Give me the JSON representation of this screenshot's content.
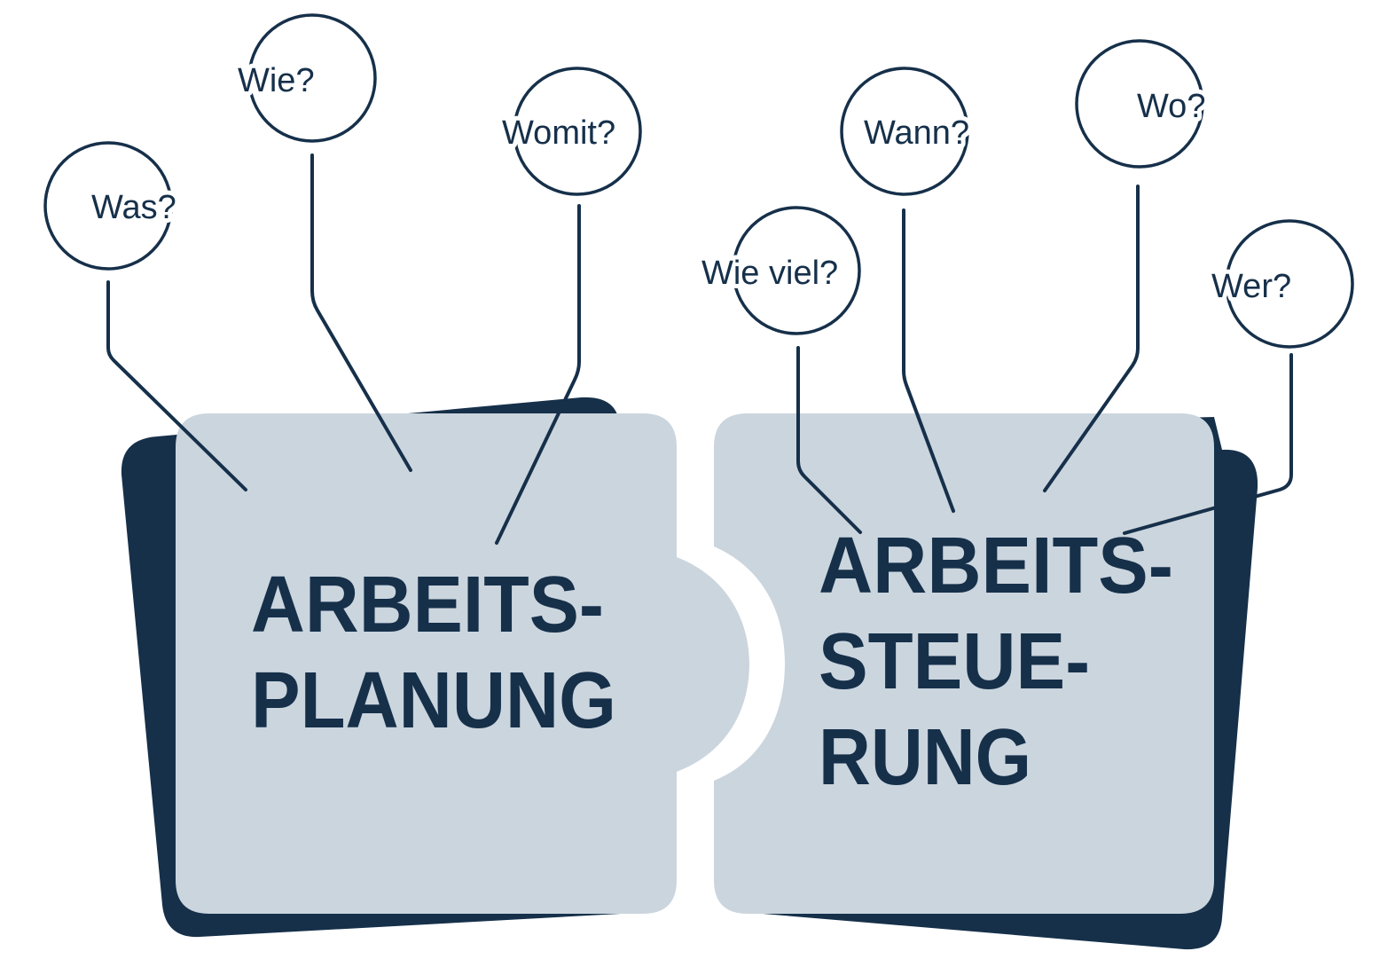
{
  "colors": {
    "dark": "#16304a",
    "light": "#cbd5de"
  },
  "planning": {
    "title_line1": "ARBEITS-",
    "title_line2": "PLANUNG"
  },
  "control": {
    "title_line1": "ARBEITS-",
    "title_line2": "STEUE-",
    "title_line3": "RUNG"
  },
  "questions": {
    "was": "Was?",
    "wie": "Wie?",
    "womit": "Womit?",
    "wie_viel": "Wie viel?",
    "wann": "Wann?",
    "wo": "Wo?",
    "wer": "Wer?"
  }
}
